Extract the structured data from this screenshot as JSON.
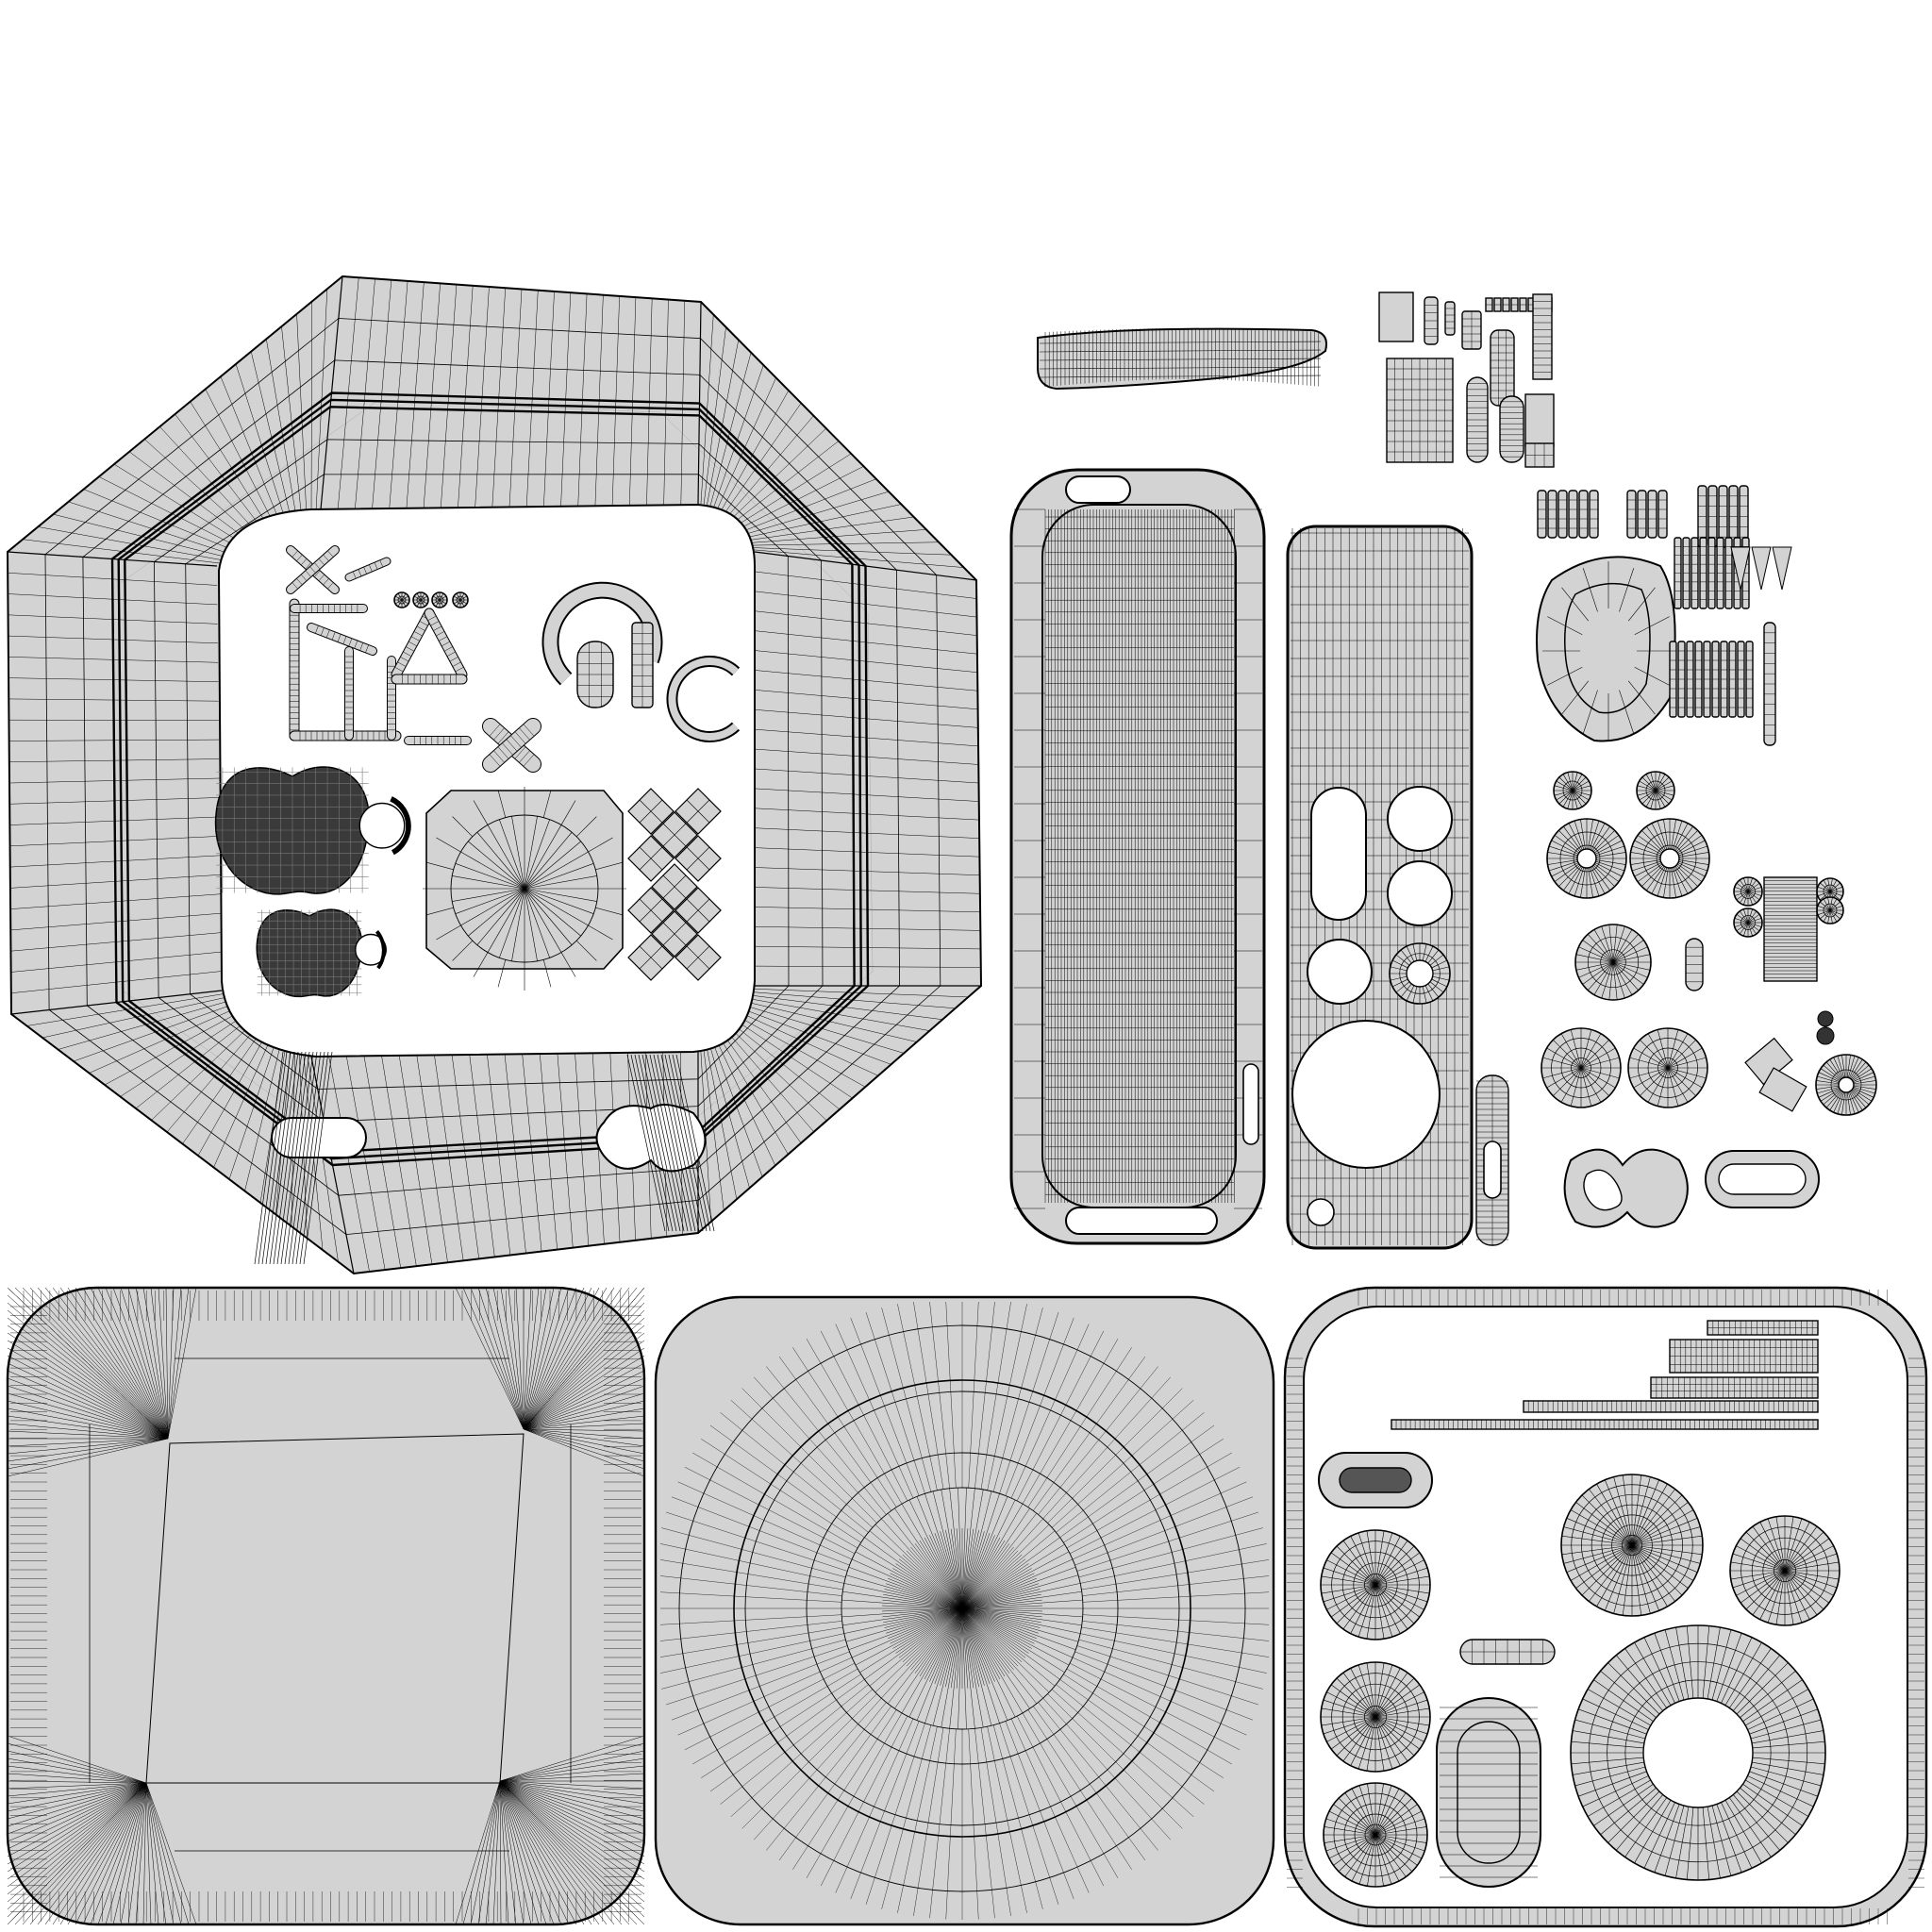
{
  "page": {
    "background": "#ffffff"
  },
  "uv_layout": {
    "fill_color": "#d3d3d3",
    "wire_color": "#000000",
    "dense_wire_color": "#1a1a1a",
    "hole_color": "#ffffff"
  },
  "islands": [
    {
      "name": "main-body-ring-island",
      "kind": "octagon-ring-radial"
    },
    {
      "name": "top-left-small-parts-cluster",
      "kind": "small-shells"
    },
    {
      "name": "logo-apple-islands",
      "kind": "logo-shapes"
    },
    {
      "name": "center-radial-octagon-island",
      "kind": "radial-disc"
    },
    {
      "name": "cross-tile-islands",
      "kind": "checker-cross"
    },
    {
      "name": "top-strip-island",
      "kind": "band"
    },
    {
      "name": "tiny-parts-cluster-top-right",
      "kind": "small-shells"
    },
    {
      "name": "tall-capsule-island",
      "kind": "grid-capsule"
    },
    {
      "name": "control-panel-island",
      "kind": "panel-with-holes"
    },
    {
      "name": "narrow-slot-island",
      "kind": "strip"
    },
    {
      "name": "right-mid-parts-cluster",
      "kind": "small-shells"
    },
    {
      "name": "button-discs-group",
      "kind": "radial-discs"
    },
    {
      "name": "bottom-left-square-island",
      "kind": "rounded-square-fans"
    },
    {
      "name": "bottom-middle-radial-island",
      "kind": "rounded-square-radial"
    },
    {
      "name": "bottom-right-frame-island",
      "kind": "frame-with-parts"
    }
  ]
}
